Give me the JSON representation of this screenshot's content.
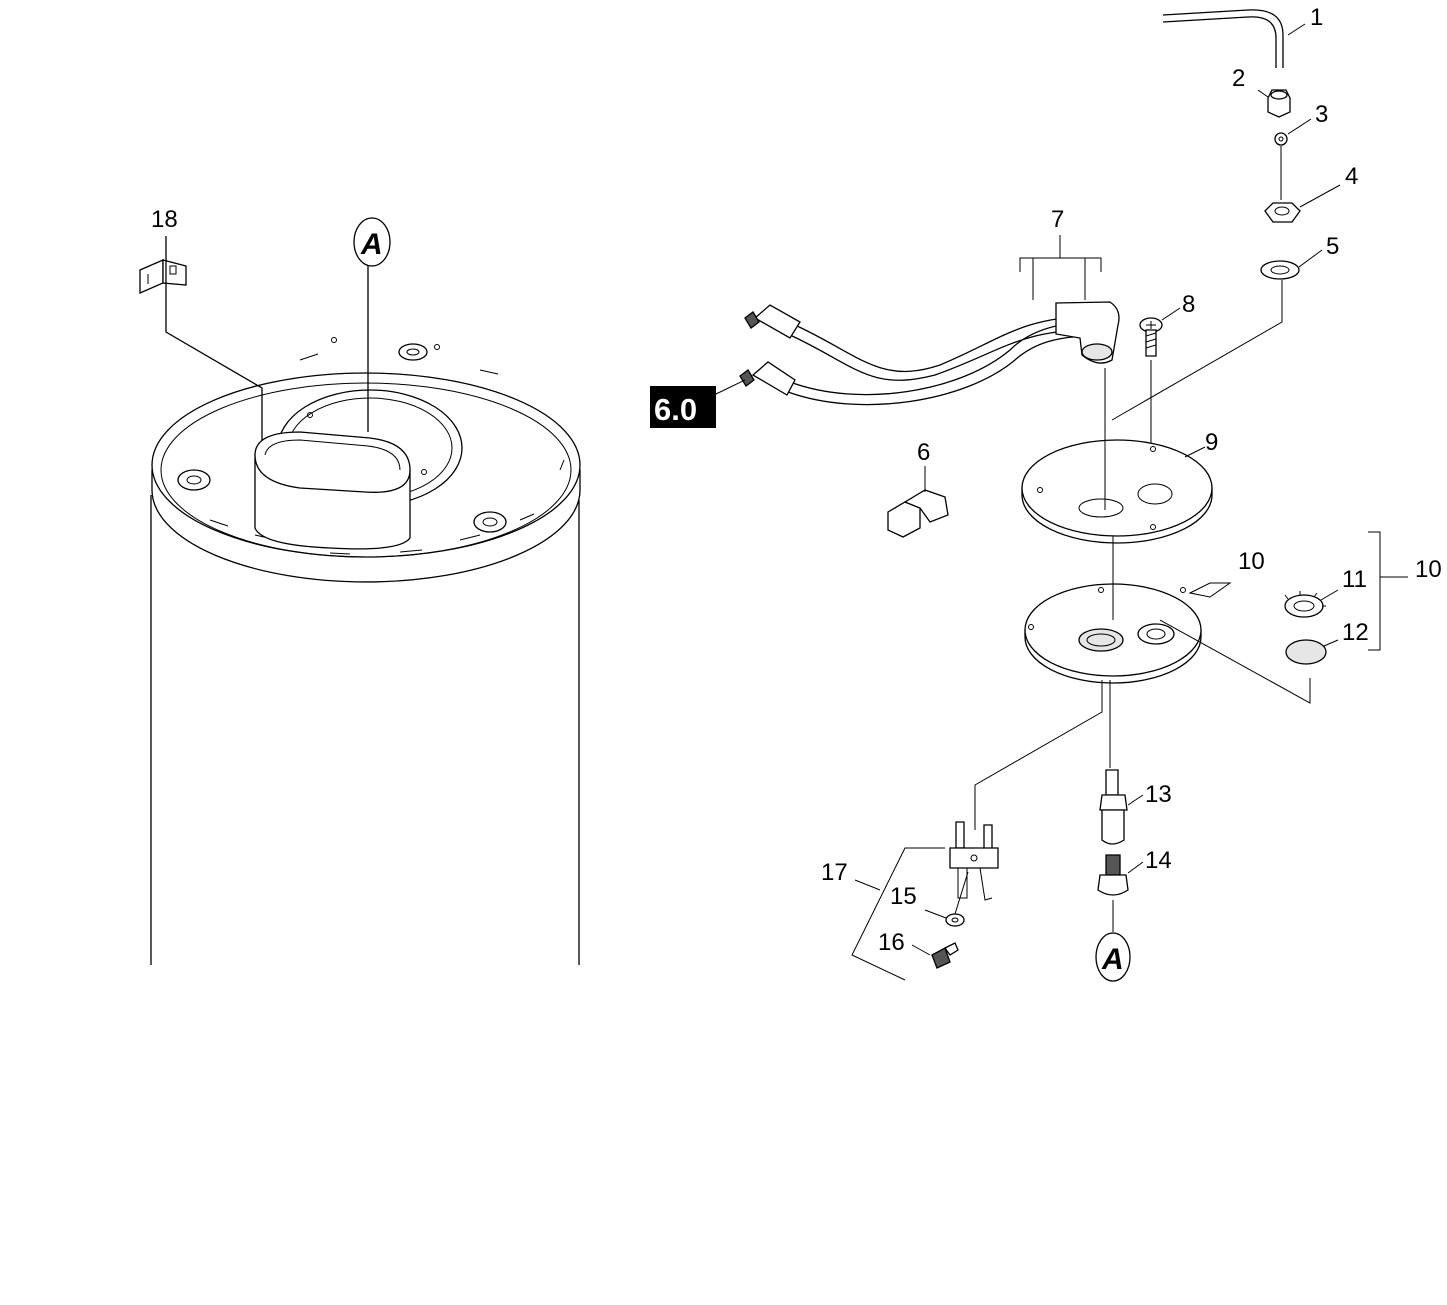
{
  "callouts": {
    "c1": "1",
    "c2": "2",
    "c3": "3",
    "c4": "4",
    "c5": "5",
    "c6": "6",
    "c7": "7",
    "c8": "8",
    "c9": "9",
    "c10a": "10",
    "c10b": "10",
    "c11": "11",
    "c12": "12",
    "c13": "13",
    "c14": "14",
    "c15": "15",
    "c16": "16",
    "c17": "17",
    "c18": "18"
  },
  "section_badge": "6.0",
  "ref_marker_top": "A",
  "ref_marker_bottom": "A"
}
